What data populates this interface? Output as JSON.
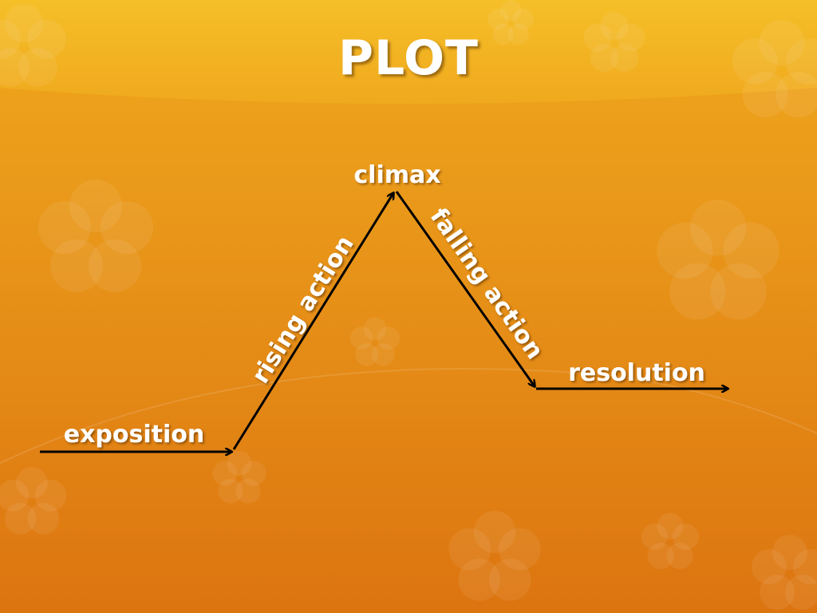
{
  "slide": {
    "title": "PLOT"
  },
  "plot_diagram": {
    "stages": {
      "exposition": "exposition",
      "rising_action": "rising action",
      "climax": "climax",
      "falling_action": "falling action",
      "resolution": "resolution"
    }
  },
  "colors": {
    "background_top": "#f0a81c",
    "background_bottom": "#dc7410",
    "label_text": "#ffffff",
    "arrow_line": "#000000"
  }
}
